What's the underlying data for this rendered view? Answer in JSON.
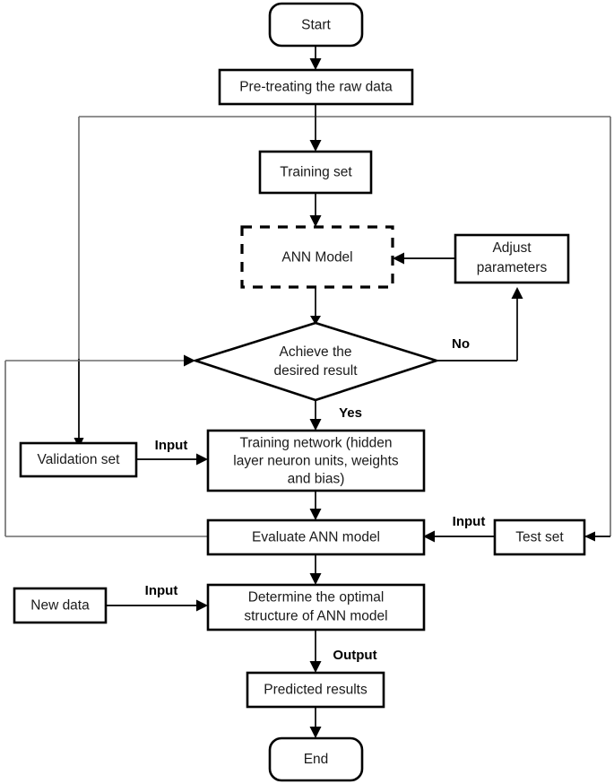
{
  "diagram": {
    "title": "ANN model development flowchart",
    "type": "flowchart",
    "background_color": "#ffffff",
    "line_color": "#1a1a1a",
    "loop_line_color": "#6b6b6b",
    "text_color": "#1a1a1a"
  },
  "nodes": {
    "start": {
      "label": "Start",
      "shape": "terminal"
    },
    "pretreat": {
      "label": "Pre-treating the raw data",
      "shape": "rect"
    },
    "training_set": {
      "label": "Training set",
      "shape": "rect"
    },
    "ann_model": {
      "label": "ANN Model",
      "shape": "dashed-rect"
    },
    "adjust_parameters": {
      "label_line1": "Adjust",
      "label_line2": "parameters",
      "shape": "rect"
    },
    "decision": {
      "label_line1": "Achieve the",
      "label_line2": "desired result",
      "shape": "diamond"
    },
    "validation_set": {
      "label": "Validation set",
      "shape": "rect"
    },
    "training_network": {
      "label_line1": "Training network (hidden",
      "label_line2": "layer neuron units, weights",
      "label_line3": "and bias)",
      "shape": "rect"
    },
    "evaluate": {
      "label": "Evaluate ANN model",
      "shape": "rect"
    },
    "test_set": {
      "label": "Test set",
      "shape": "rect"
    },
    "new_data": {
      "label": "New data",
      "shape": "rect"
    },
    "determine": {
      "label_line1": "Determine the optimal",
      "label_line2": "structure of ANN model",
      "shape": "rect"
    },
    "predicted_results": {
      "label": "Predicted results",
      "shape": "rect"
    },
    "end": {
      "label": "End",
      "shape": "terminal"
    }
  },
  "edge_labels": {
    "no": "No",
    "yes": "Yes",
    "input_validation": "Input",
    "input_test": "Input",
    "input_new_data": "Input",
    "output": "Output"
  }
}
